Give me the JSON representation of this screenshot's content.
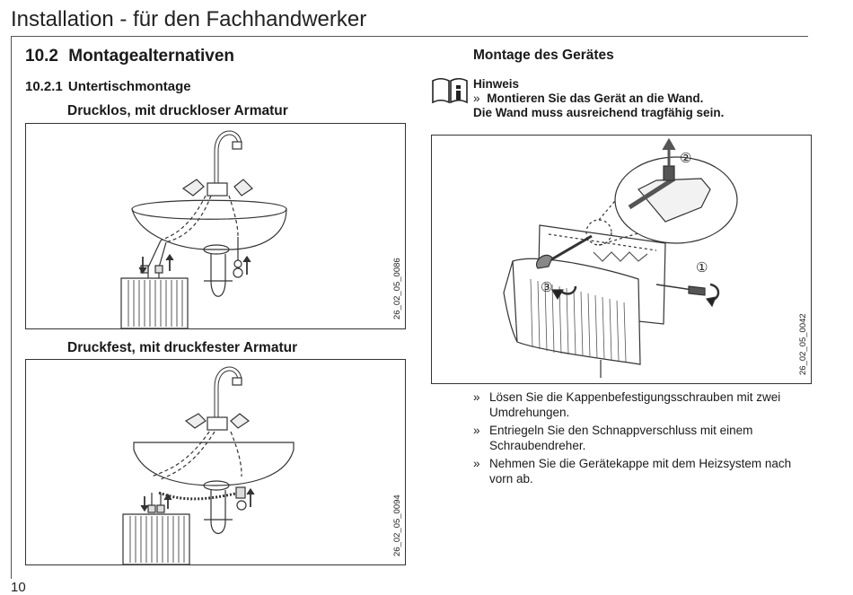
{
  "header": {
    "title": "Installation - für den Fachhandwerker"
  },
  "page_number": "10",
  "section": {
    "number": "10.2",
    "title": "Montagealternativen"
  },
  "subsection": {
    "number": "10.2.1",
    "title": "Untertischmontage"
  },
  "figures": {
    "drucklos": {
      "caption": "Drucklos, mit druckloser Armatur",
      "id": "26_02_05_0086"
    },
    "druckfest": {
      "caption": "Druckfest, mit druckfester Armatur",
      "id": "26_02_05_0094"
    },
    "montage": {
      "id": "26_02_05_0042",
      "callouts": [
        "②",
        "①",
        "③"
      ]
    }
  },
  "montage": {
    "heading": "Montage des Gerätes",
    "note": {
      "title": "Hinweis",
      "mark": "»",
      "line1": "Montieren Sie das Gerät an die Wand.",
      "line2": "Die Wand muss ausreichend tragfähig sein."
    },
    "steps": [
      {
        "mark": "»",
        "text": "Lösen Sie die Kappenbefestigungsschrauben mit zwei Umdrehungen."
      },
      {
        "mark": "»",
        "text": "Entriegeln Sie den Schnappverschluss mit einem Schraubendreher."
      },
      {
        "mark": "»",
        "text": "Nehmen Sie die Gerätekappe mit dem Heizsystem nach vorn ab."
      }
    ]
  }
}
